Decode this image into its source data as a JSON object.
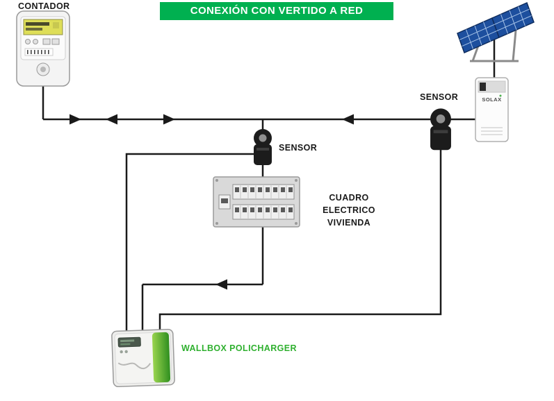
{
  "banner": {
    "text": "CONEXIÓN CON VERTIDO A RED",
    "bg_color": "#00b050",
    "text_color": "#ffffff"
  },
  "labels": {
    "contador": "CONTADOR",
    "sensor_grid": "SENSOR",
    "sensor_house": "SENSOR",
    "cuadro": {
      "line1": "CUADRO ELECTRICO",
      "line2": "VIVIENDA"
    },
    "wallbox": "WALLBOX POLICHARGER"
  },
  "devices": {
    "meter": "utility-meter",
    "solar_panels": "solar-panels",
    "inverter_brand": "SOLAX",
    "sensor_grid": "ct-clamp-sensor",
    "sensor_house": "ct-clamp-sensor",
    "distribution_board": "breaker-panel",
    "wallbox": "ev-charger-policharger"
  },
  "colors": {
    "wire": "#1a1a1a",
    "banner_green": "#00b050",
    "wallbox_label_green": "#2fb02f",
    "solar_panel_blue": "#1d4f9e",
    "meter_screen_yellow": "#dede58"
  }
}
